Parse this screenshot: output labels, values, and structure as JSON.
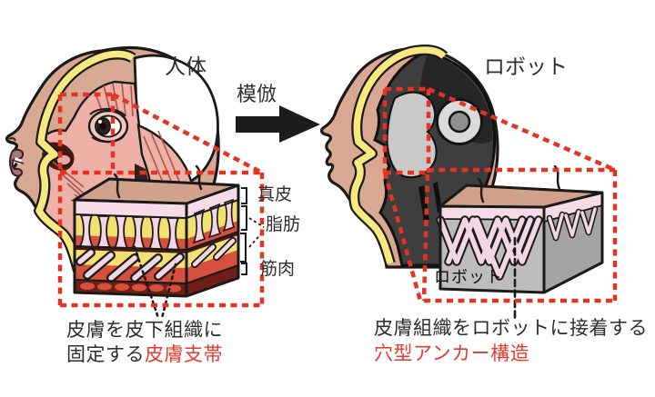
{
  "panels": {
    "human": {
      "title": "人体",
      "caption_line1": "皮膚を皮下組織に",
      "caption_line2_black": "固定する",
      "caption_line2_red": "皮膚支帯",
      "layer_labels": {
        "dermis": "真皮",
        "fat": "脂肪",
        "muscle": "筋肉"
      }
    },
    "robot": {
      "title": "ロボット",
      "block_label": "ロボット",
      "caption_line1": "皮膚組織をロボットに接着する",
      "caption_line2_red": "穴型アンカー構造"
    }
  },
  "arrow": {
    "label": "模倣"
  },
  "colors": {
    "skin": "#d9a893",
    "fat_yellow": "#f2e170",
    "band_yellow": "#f7e97f",
    "dermis_pink": "#f7dbe7",
    "ligament_pink": "#f3d6e3",
    "muscle_pink": "#eeb1a8",
    "red": "#d6503e",
    "dark_red": "#6f1f14",
    "robot_shell": "#3e3e3e",
    "robot_dark_patch": "#262626",
    "robot_panel": "#c9c9c9",
    "block_gray": "#bdbdbd",
    "block_gray_side": "#a4a4a4",
    "top_face_tan": "#d2a18b",
    "callout_red": "#e23323",
    "highlight_text_red": "#e8392a",
    "ink": "#1a1a1a"
  }
}
